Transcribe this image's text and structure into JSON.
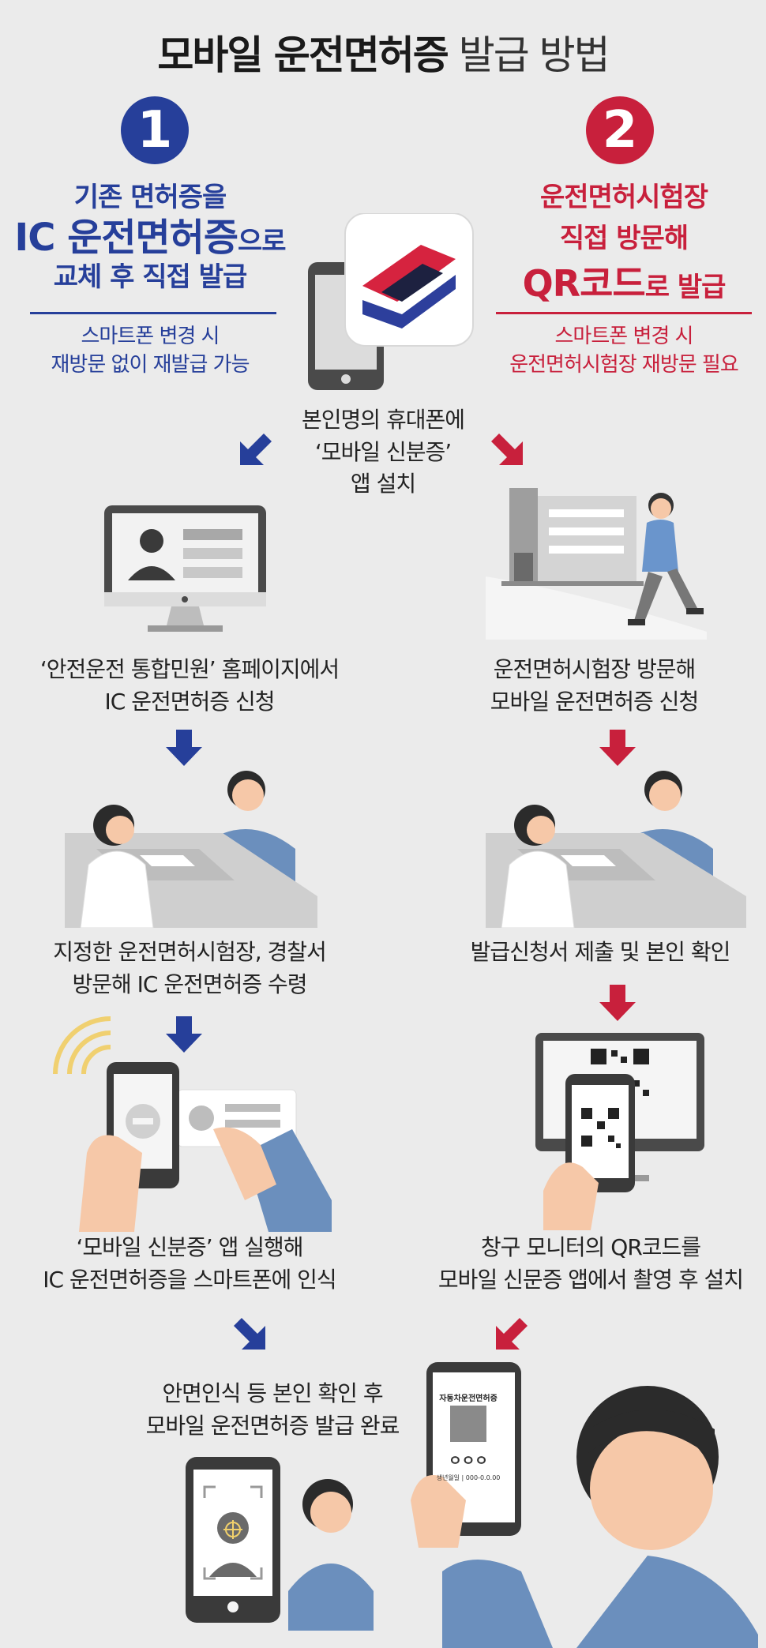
{
  "title": {
    "bold": "모바일 운전면허증",
    "normal": " 발급 방법"
  },
  "colors": {
    "blue": "#263f9a",
    "red": "#c8203c",
    "background": "#ebebeb"
  },
  "left": {
    "number": "1",
    "heading_line1": "기존 면허증을",
    "heading_line2_big": "IC 운전면허증",
    "heading_line2_small": "으로",
    "heading_line3": "교체 후 직접 발급",
    "note_line1": "스마트폰 변경 시",
    "note_line2": "재방문 없이 재발급 가능",
    "steps": [
      {
        "line1": "‘안전운전 통합민원’ 홈페이지에서",
        "line2": "IC 운전면허증 신청"
      },
      {
        "line1": "지정한 운전면허시험장, 경찰서",
        "line2": "방문해 IC 운전면허증 수령"
      },
      {
        "line1": "‘모바일 신분증’ 앱 실행해",
        "line2": "IC 운전면허증을 스마트폰에 인식"
      }
    ]
  },
  "right": {
    "number": "2",
    "heading_line1": "운전면허시험장",
    "heading_line2": "직접 방문해",
    "heading_line3_big": "QR코드",
    "heading_line3_small": "로 발급",
    "note_line1": "스마트폰 변경 시",
    "note_line2": "운전면허시험장 재방문 필요",
    "steps": [
      {
        "line1": "운전면허시험장 방문해",
        "line2": "모바일 운전면허증 신청"
      },
      {
        "line1": "발급신청서 제출 및 본인 확인",
        "line2": ""
      },
      {
        "line1": "창구 모니터의 QR코드를",
        "line2": "모바일 신문증 앱에서 촬영 후 설치"
      }
    ]
  },
  "center_step": {
    "line1": "본인명의 휴대폰에",
    "line2": "‘모바일 신분증’",
    "line3": "앱 설치"
  },
  "final_step": {
    "line1": "안면인식 등 본인 확인 후",
    "line2": "모바일 운전면허증 발급 완료"
  },
  "license_card": {
    "title": "자동차운전면허증",
    "circles": "ㅇㅇㅇ",
    "info": "생년월일 | 000-0.0.00"
  }
}
